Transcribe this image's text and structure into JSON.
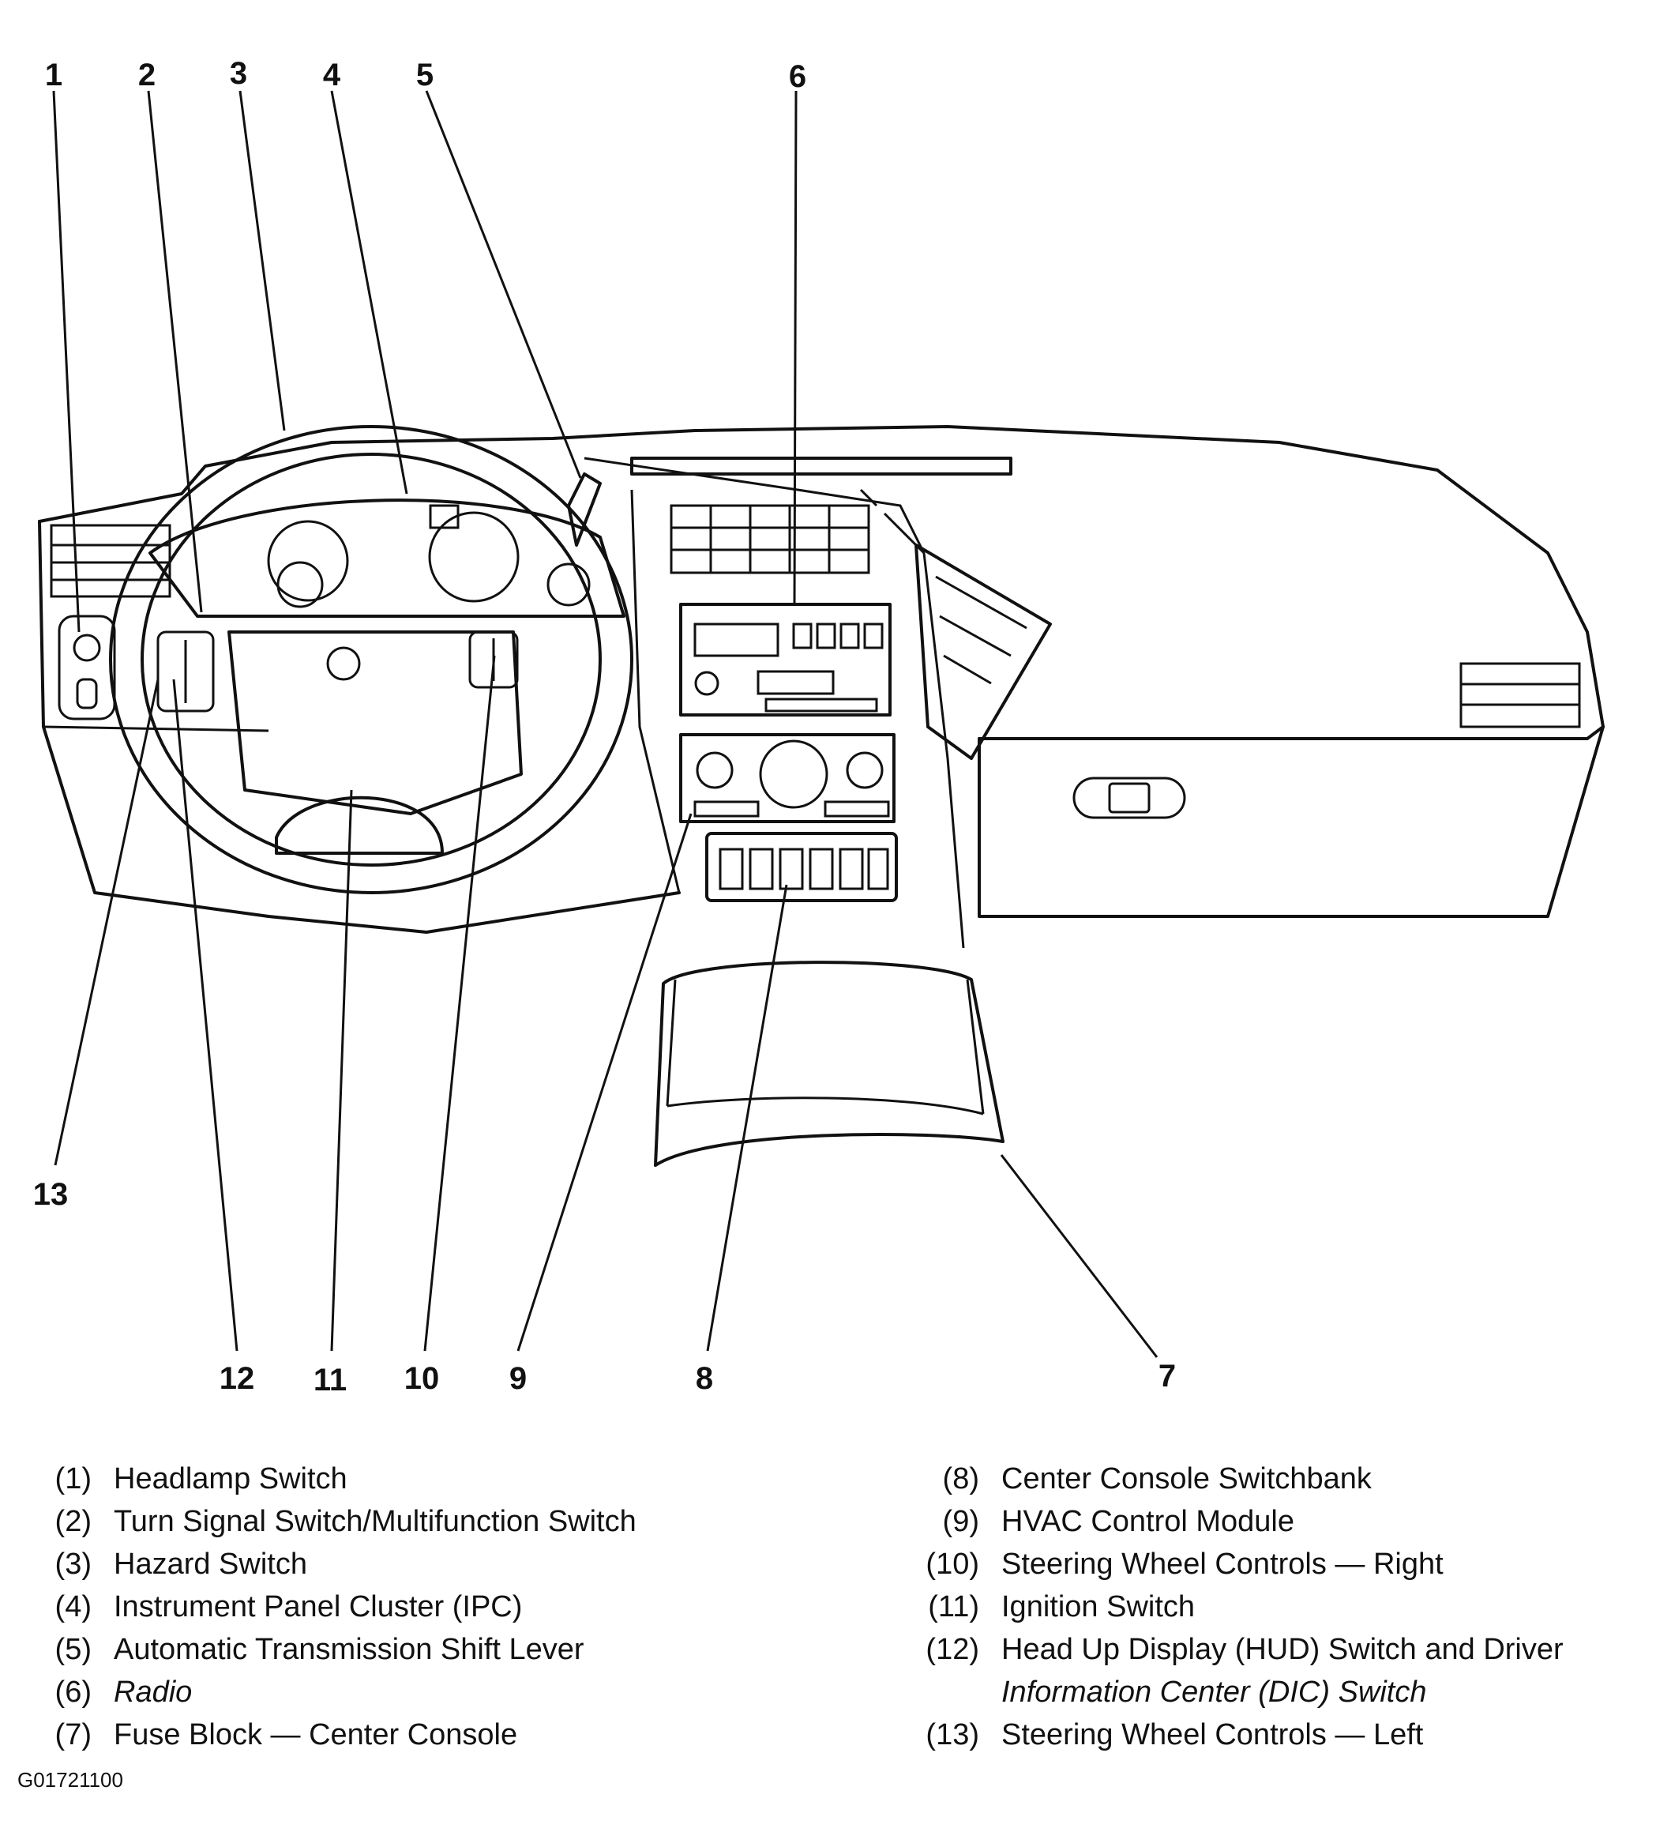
{
  "callout_numbers": [
    "1",
    "2",
    "3",
    "4",
    "5",
    "6",
    "7",
    "8",
    "9",
    "10",
    "11",
    "12",
    "13"
  ],
  "legend_left": [
    {
      "num": "(1)",
      "label": "Headlamp Switch"
    },
    {
      "num": "(2)",
      "label": "Turn Signal Switch/Multifunction Switch"
    },
    {
      "num": "(3)",
      "label": "Hazard Switch"
    },
    {
      "num": "(4)",
      "label": "Instrument Panel Cluster (IPC)"
    },
    {
      "num": "(5)",
      "label": "Automatic Transmission Shift Lever"
    },
    {
      "num": "(6)",
      "label": "Radio"
    },
    {
      "num": "(7)",
      "label": "Fuse Block — Center Console"
    }
  ],
  "legend_right": [
    {
      "num": "(8)",
      "label": "Center Console Switchbank"
    },
    {
      "num": "(9)",
      "label": "HVAC Control Module"
    },
    {
      "num": "(10)",
      "label": "Steering Wheel Controls — Right"
    },
    {
      "num": "(11)",
      "label": "Ignition Switch"
    },
    {
      "num": "(12)",
      "label": "Head Up Display (HUD) Switch and Driver",
      "continuation": "Information Center (DIC) Switch"
    },
    {
      "num": "(13)",
      "label": "Steering Wheel Controls — Left"
    }
  ],
  "figure_id": "G01721100"
}
